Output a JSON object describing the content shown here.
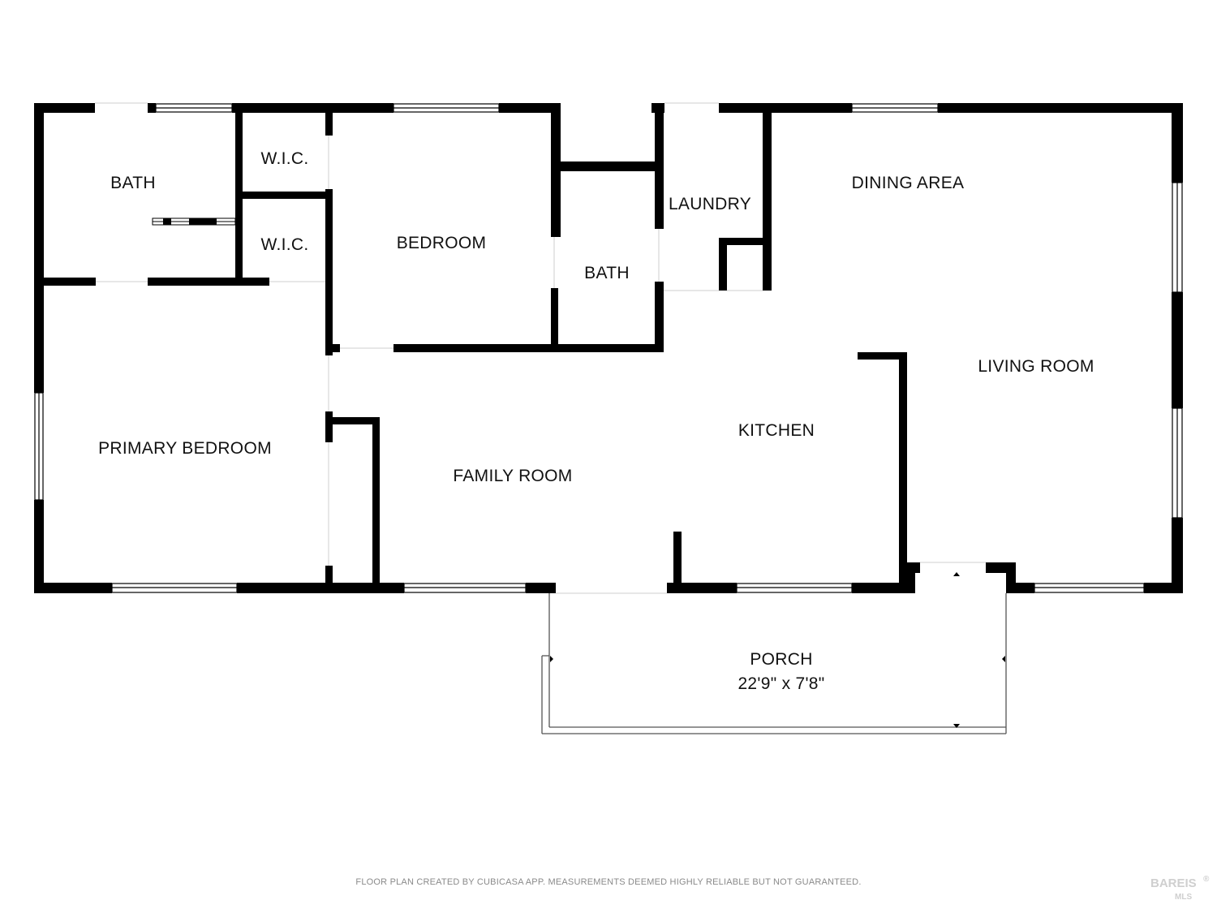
{
  "rooms": {
    "bath_primary": "BATH",
    "wic_1": "W.I.C.",
    "wic_2": "W.I.C.",
    "bedroom": "BEDROOM",
    "bath_hall": "BATH",
    "laundry": "LAUNDRY",
    "dining_area": "DINING AREA",
    "living_room": "LIVING ROOM",
    "kitchen": "KITCHEN",
    "primary_bedroom": "PRIMARY BEDROOM",
    "family_room": "FAMILY ROOM",
    "porch": "PORCH",
    "porch_dimensions": "22'9\" x 7'8\""
  },
  "footer": {
    "disclaimer": "FLOOR PLAN CREATED BY CUBICASA APP. MEASUREMENTS DEEMED HIGHLY RELIABLE BUT NOT GUARANTEED."
  },
  "logo": {
    "name": "BAREIS",
    "sub": "MLS",
    "mark": "®"
  },
  "colors": {
    "wall": "#000000",
    "window": "#ffffff",
    "background": "#ffffff",
    "footer_text": "#8a8a8a"
  }
}
